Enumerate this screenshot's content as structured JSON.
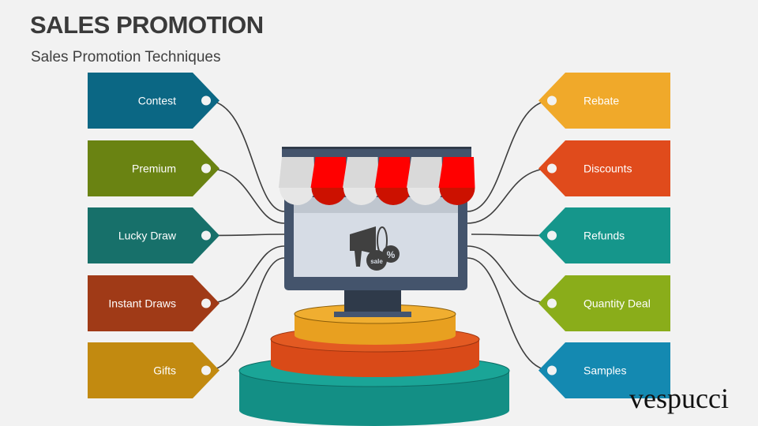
{
  "header": {
    "title": "SALES PROMOTION",
    "subtitle": "Sales Promotion Techniques"
  },
  "left_tags": [
    {
      "label": "Contest",
      "color": "#0b6784"
    },
    {
      "label": "Premium",
      "color": "#6a8312"
    },
    {
      "label": "Lucky Draw",
      "color": "#17706a"
    },
    {
      "label": "Instant Draws",
      "color": "#a03a17"
    },
    {
      "label": "Gifts",
      "color": "#c28a10"
    }
  ],
  "right_tags": [
    {
      "label": "Rebate",
      "color": "#f0a92a"
    },
    {
      "label": "Discounts",
      "color": "#e04b1c"
    },
    {
      "label": "Refunds",
      "color": "#15968b"
    },
    {
      "label": "Quantity Deal",
      "color": "#8aad1a"
    },
    {
      "label": "Samples",
      "color": "#1489b1"
    }
  ],
  "center": {
    "icon": "megaphone-sale-icon",
    "badge_sale": "sale",
    "badge_percent": "%"
  },
  "brand": "vespucci"
}
